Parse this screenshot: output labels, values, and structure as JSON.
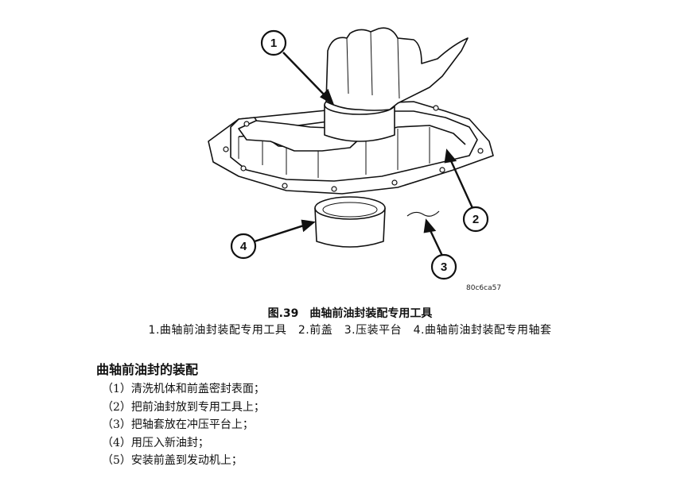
{
  "figure": {
    "code": "80c6ca57",
    "callouts": [
      "1",
      "2",
      "3",
      "4"
    ]
  },
  "caption": {
    "title": "图.39　曲轴前油封装配专用工具",
    "legend": "1.曲轴前油封装配专用工具　2.前盖　3.压装平台　4.曲轴前油封装配专用轴套"
  },
  "section": {
    "heading": "曲轴前油封的装配",
    "steps": [
      "（1）清洗机体和前盖密封表面；",
      "（2）把前油封放到专用工具上；",
      "（3）把轴套放在冲压平台上；",
      "（4）用压入新油封；",
      "（5）安装前盖到发动机上；"
    ]
  }
}
